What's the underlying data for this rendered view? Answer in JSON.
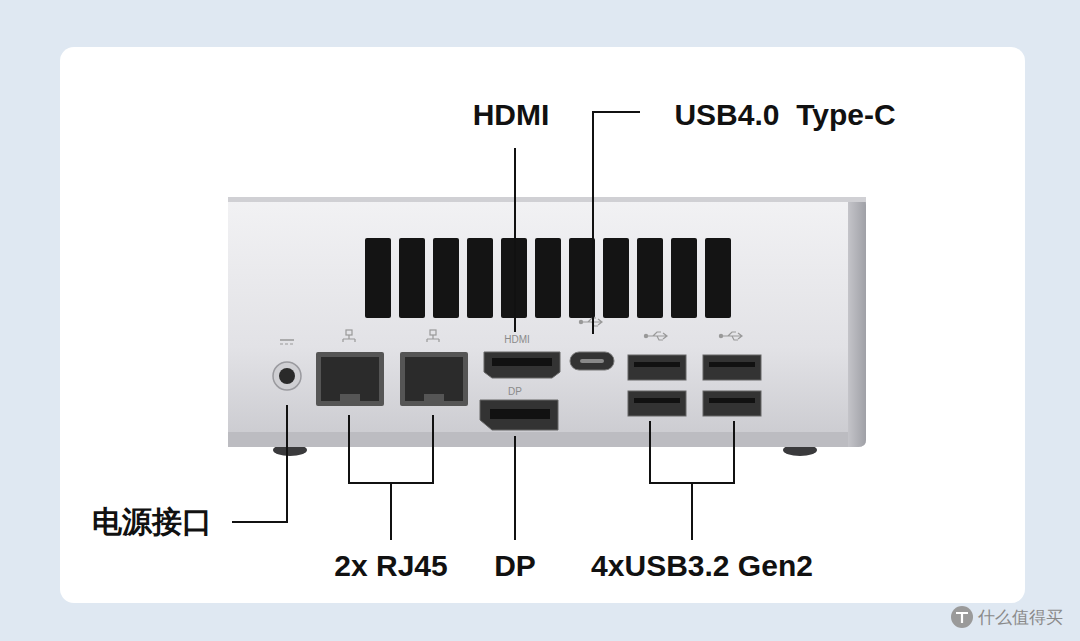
{
  "diagram": {
    "labels": [
      "HDMI",
      "USB4.0  Type-C",
      "HDMI",
      "DP",
      "电源接口",
      "2x RJ45",
      "DP",
      "4xUSB3.2 Gen2",
      "什么值得买"
    ]
  }
}
